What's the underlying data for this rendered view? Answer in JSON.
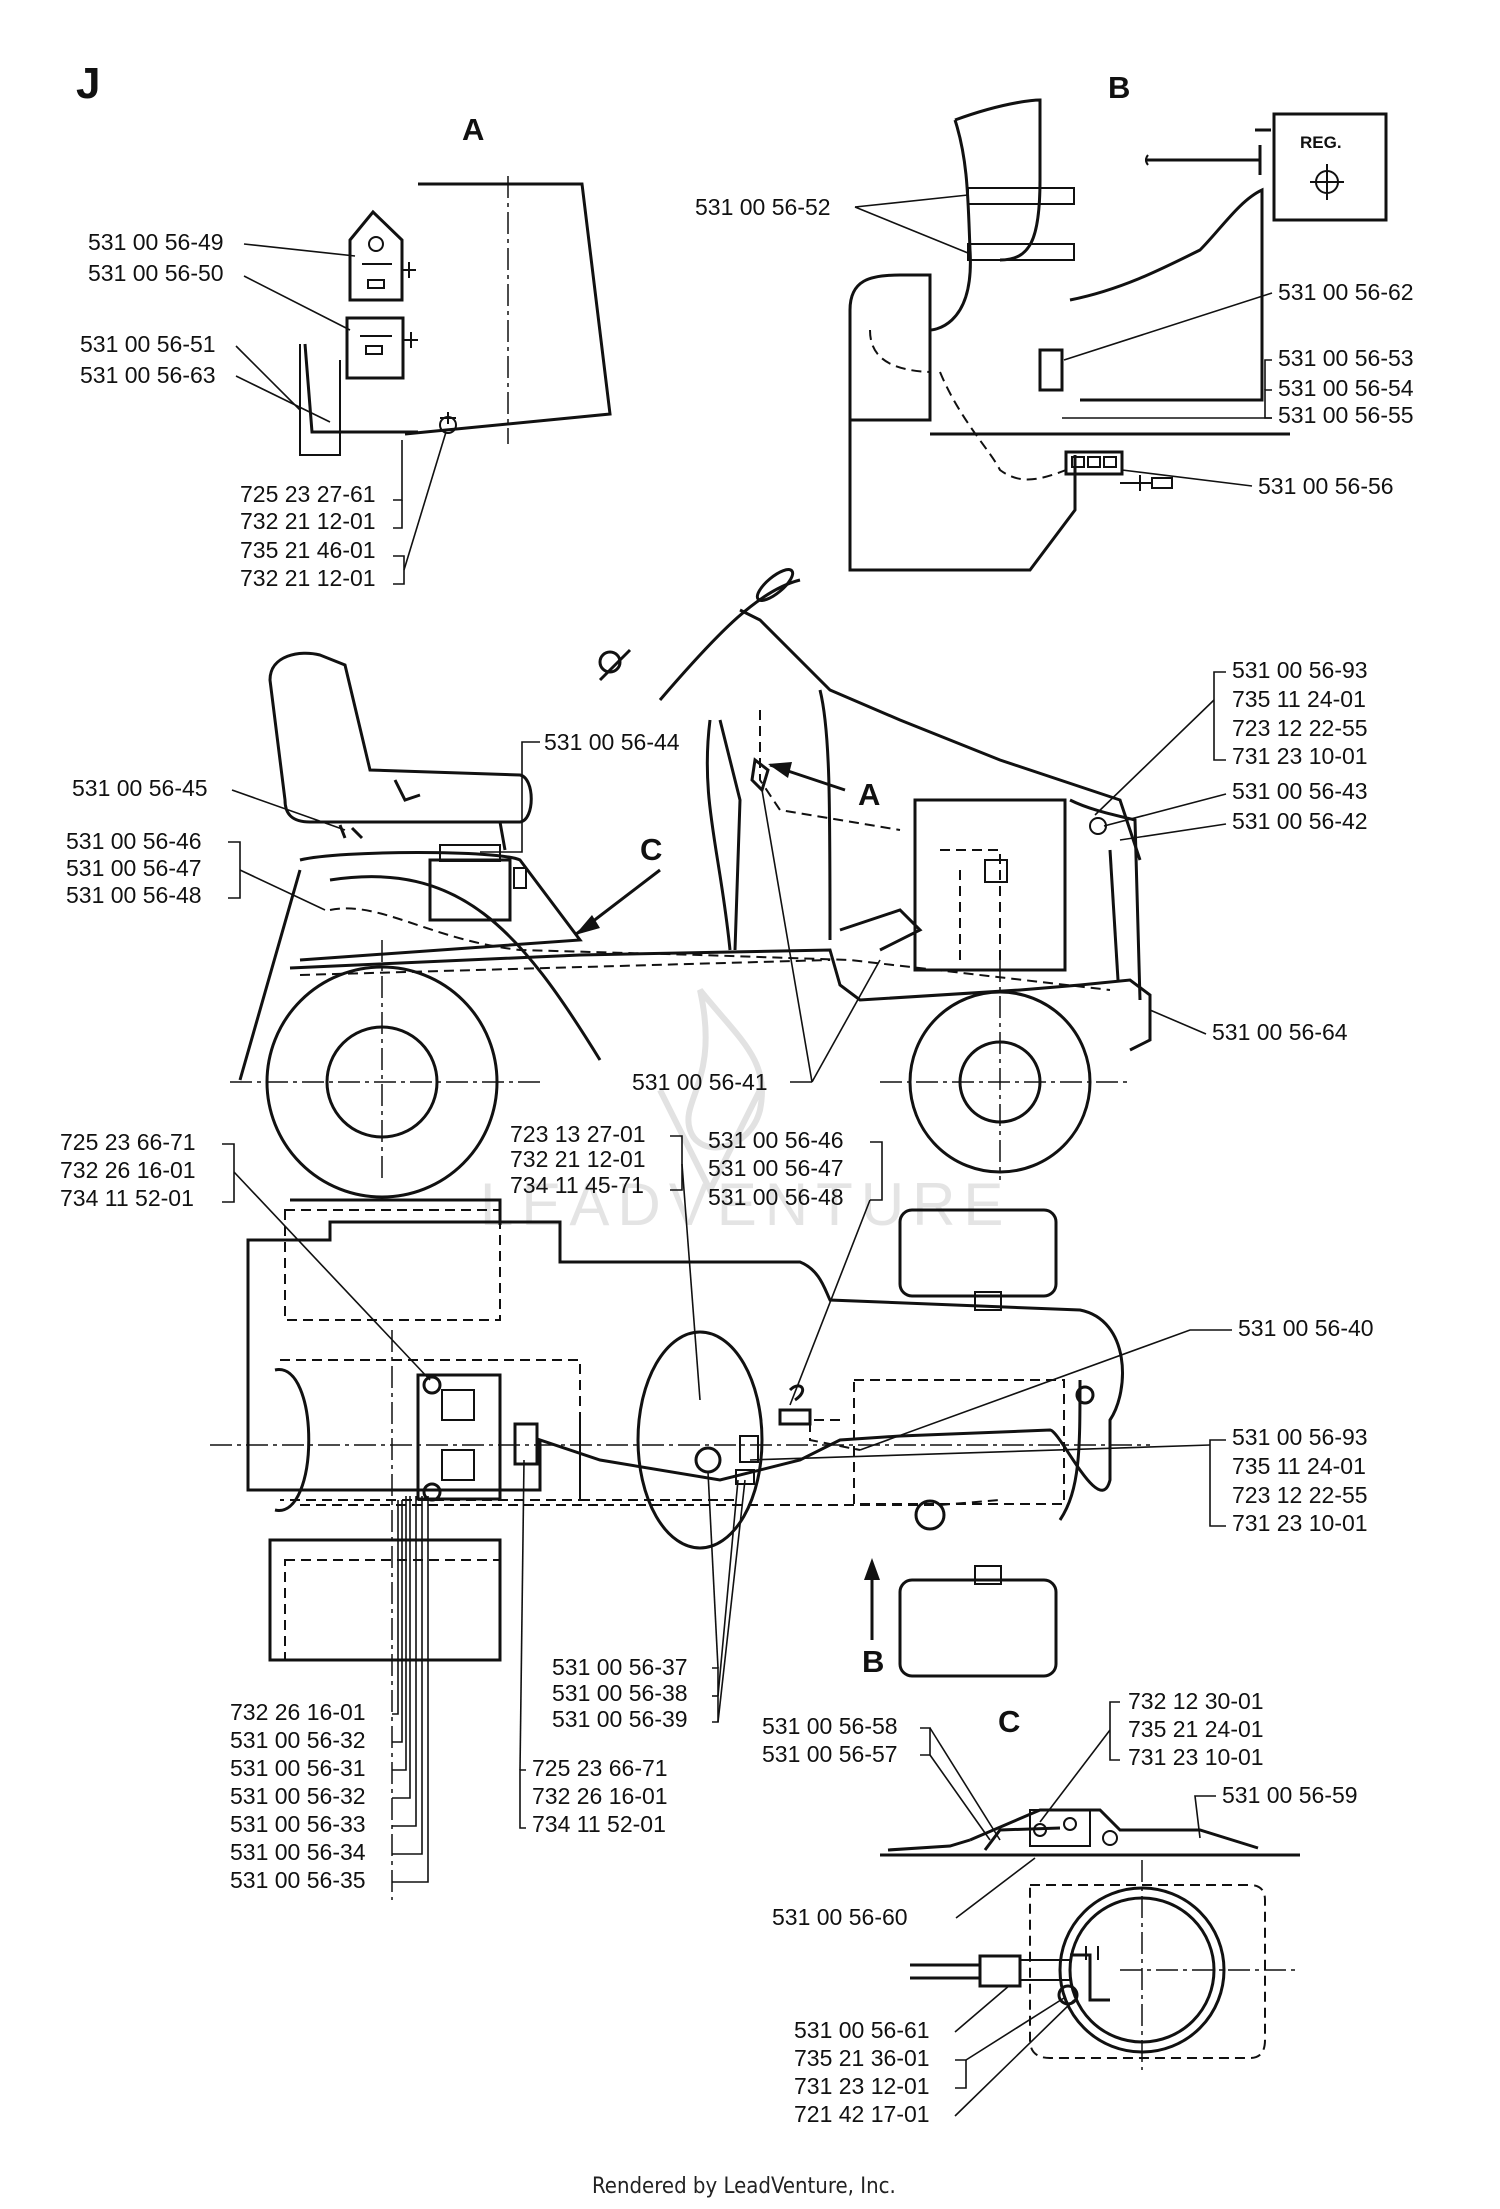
{
  "page_label": "J",
  "section_labels": {
    "a": "A",
    "b": "B",
    "c": "C"
  },
  "watermark": "LEADVENTURE",
  "footer": "Rendered by LeadVenture, Inc.",
  "detail_a": {
    "p1": "531 00 56-49",
    "p2": "531 00 56-50",
    "p3": "531 00 56-51",
    "p4": "531 00 56-63",
    "p5": "725 23 27-61",
    "p6": "732 21 12-01",
    "p7": "735 21 46-01",
    "p8": "732 21 12-01"
  },
  "detail_b": {
    "reg_label": "REG.",
    "p1": "531 00 56-52",
    "p2": "531 00 56-62",
    "p3": "531 00 56-53",
    "p4": "531 00 56-54",
    "p5": "531 00 56-55",
    "p6": "531 00 56-56"
  },
  "side_view": {
    "p1": "531 00 56-44",
    "p2": "531 00 56-45",
    "p3": "531 00 56-46",
    "p4": "531 00 56-47",
    "p5": "531 00 56-48",
    "p6": "531 00 56-93",
    "p7": "735 11 24-01",
    "p8": "723 12 22-55",
    "p9": "731 23 10-01",
    "p10": "531 00 56-43",
    "p11": "531 00 56-42",
    "p12": "531 00 56-64",
    "p13": "531 00 56-41"
  },
  "top_view": {
    "p1": "725 23 66-71",
    "p2": "732 26 16-01",
    "p3": "734 11 52-01",
    "p4": "723 13 27-01",
    "p5": "732 21 12-01",
    "p6": "734 11 45-71",
    "p7": "531 00 56-46",
    "p8": "531 00 56-47",
    "p9": "531 00 56-48",
    "p10": "531 00 56-40",
    "p11": "531 00 56-93",
    "p12": "735 11 24-01",
    "p13": "723 12 22-55",
    "p14": "731 23 10-01",
    "p15": "531 00 56-37",
    "p16": "531 00 56-38",
    "p17": "531 00 56-39",
    "p18": "732 26 16-01",
    "p19": "531 00 56-32",
    "p20": "531 00 56-31",
    "p21": "531 00 56-32",
    "p22": "531 00 56-33",
    "p23": "531 00 56-34",
    "p24": "531 00 56-35",
    "p25": "725 23 66-71",
    "p26": "732 26 16-01",
    "p27": "734 11 52-01"
  },
  "detail_c": {
    "p1": "531 00 56-58",
    "p2": "531 00 56-57",
    "p3": "732 12 30-01",
    "p4": "735 21 24-01",
    "p5": "731 23 10-01",
    "p6": "531 00 56-59",
    "p7": "531 00 56-60",
    "p8": "531 00 56-61",
    "p9": "735 21 36-01",
    "p10": "731 23 12-01",
    "p11": "721 42 17-01"
  }
}
